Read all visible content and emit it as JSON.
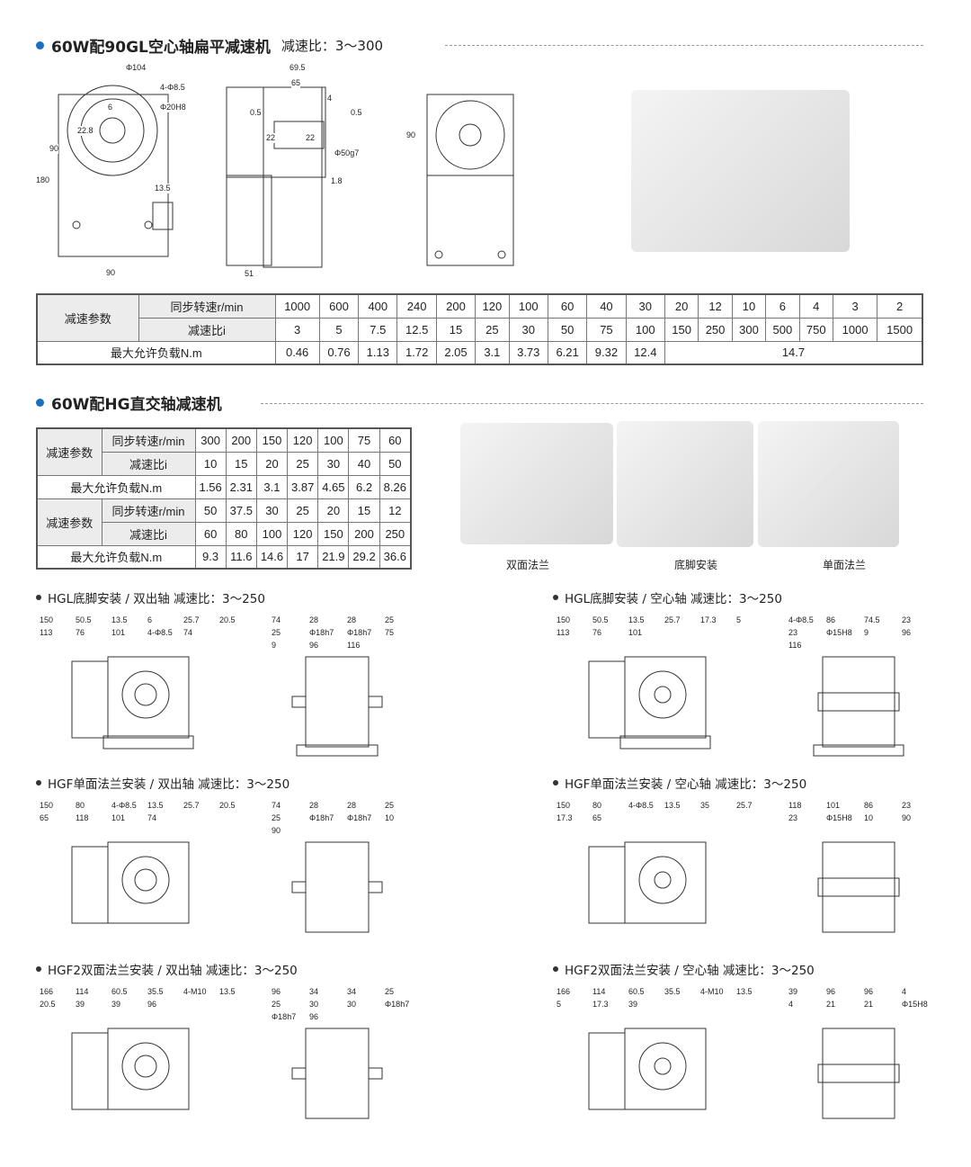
{
  "section1": {
    "title": "60W配90GL空心轴扁平减速机",
    "ratio": "减速比：3～300",
    "dims": [
      "Φ104",
      "4-Φ8.5",
      "6",
      "Φ20H8",
      "22.8",
      "90",
      "180",
      "13.5",
      "90",
      "69.5",
      "65",
      "4",
      "0.5",
      "0.5",
      "22",
      "22",
      "Φ50g7",
      "1.8",
      "51",
      "90"
    ]
  },
  "table1": {
    "group_label": "减速参数",
    "speed_label": "同步转速r/min",
    "ratio_label": "减速比i",
    "load_label": "最大允许负载N.m",
    "speeds": [
      "1000",
      "600",
      "400",
      "240",
      "200",
      "120",
      "100",
      "60",
      "40",
      "30",
      "20",
      "12",
      "10",
      "6",
      "4",
      "3",
      "2"
    ],
    "ratios": [
      "3",
      "5",
      "7.5",
      "12.5",
      "15",
      "25",
      "30",
      "50",
      "75",
      "100",
      "150",
      "250",
      "300",
      "500",
      "750",
      "1000",
      "1500"
    ],
    "loads": [
      "0.46",
      "0.76",
      "1.13",
      "1.72",
      "2.05",
      "3.1",
      "3.73",
      "6.21",
      "9.32",
      "12.4"
    ],
    "load_merged": "14.7"
  },
  "section2": {
    "title": "60W配HG直交轴减速机"
  },
  "table2": {
    "group_label": "减速参数",
    "speed_label": "同步转速r/min",
    "ratio_label": "减速比i",
    "load_label": "最大允许负载N.m",
    "block1": {
      "speeds": [
        "300",
        "200",
        "150",
        "120",
        "100",
        "75",
        "60"
      ],
      "ratios": [
        "10",
        "15",
        "20",
        "25",
        "30",
        "40",
        "50"
      ],
      "loads": [
        "1.56",
        "2.31",
        "3.1",
        "3.87",
        "4.65",
        "6.2",
        "8.26"
      ]
    },
    "block2": {
      "speeds": [
        "50",
        "37.5",
        "30",
        "25",
        "20",
        "15",
        "12"
      ],
      "ratios": [
        "60",
        "80",
        "100",
        "120",
        "150",
        "200",
        "250"
      ],
      "loads": [
        "9.3",
        "11.6",
        "14.6",
        "17",
        "21.9",
        "29.2",
        "36.6"
      ]
    }
  },
  "photos": {
    "captions": [
      "双面法兰",
      "底脚安装",
      "单面法兰"
    ]
  },
  "drawings": [
    {
      "title": "HGL底脚安装 / 双出轴  减速比：3～250",
      "dims": [
        "150",
        "50.5",
        "13.5",
        "6",
        "25.7",
        "20.5",
        "113",
        "76",
        "101",
        "4-Φ8.5",
        "74",
        "74",
        "28",
        "28",
        "25",
        "25",
        "Φ18h7",
        "Φ18h7",
        "75",
        "9",
        "96",
        "116"
      ]
    },
    {
      "title": "HGL底脚安装 / 空心轴  减速比：3～250",
      "dims": [
        "150",
        "50.5",
        "13.5",
        "25.7",
        "17.3",
        "5",
        "113",
        "76",
        "101",
        "4-Φ8.5",
        "86",
        "74.5",
        "23",
        "23",
        "Φ15H8",
        "9",
        "96",
        "116"
      ]
    },
    {
      "title": "HGF单面法兰安装 / 双出轴  减速比：3～250",
      "dims": [
        "150",
        "80",
        "4-Φ8.5",
        "13.5",
        "25.7",
        "20.5",
        "65",
        "118",
        "101",
        "74",
        "74",
        "28",
        "28",
        "25",
        "25",
        "Φ18h7",
        "Φ18h7",
        "10",
        "90"
      ]
    },
    {
      "title": "HGF单面法兰安装 / 空心轴  减速比：3～250",
      "dims": [
        "150",
        "80",
        "4-Φ8.5",
        "13.5",
        "35",
        "25.7",
        "17.3",
        "65",
        "118",
        "101",
        "86",
        "23",
        "23",
        "Φ15H8",
        "10",
        "90"
      ]
    },
    {
      "title": "HGF2双面法兰安装 / 双出轴  减速比：3～250",
      "dims": [
        "166",
        "114",
        "60.5",
        "35.5",
        "4-M10",
        "13.5",
        "20.5",
        "39",
        "39",
        "96",
        "96",
        "34",
        "34",
        "25",
        "25",
        "30",
        "30",
        "Φ18h7",
        "Φ18h7",
        "96"
      ]
    },
    {
      "title": "HGF2双面法兰安装 / 空心轴  减速比：3～250",
      "dims": [
        "166",
        "114",
        "60.5",
        "35.5",
        "4-M10",
        "13.5",
        "5",
        "17.3",
        "39",
        "39",
        "96",
        "96",
        "4",
        "4",
        "21",
        "21",
        "Φ15H8"
      ]
    }
  ]
}
